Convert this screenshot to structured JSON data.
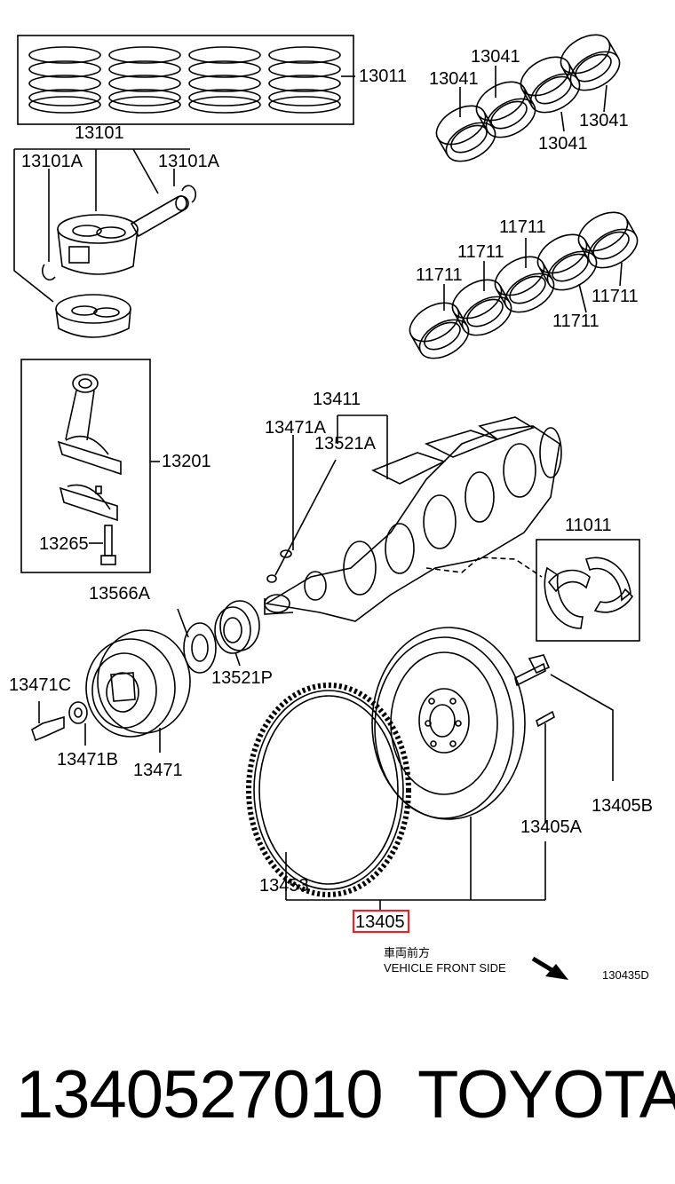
{
  "diagram": {
    "labels": {
      "piston_ring_set": "13011",
      "crank_pin_bearing_a": "13041",
      "crank_pin_bearing_b": "13041",
      "crank_pin_bearing_c": "13041",
      "crank_pin_bearing_d": "13041",
      "piston": "13101",
      "piston_pin_clip_left": "13101A",
      "piston_pin_clip_right": "13101A",
      "main_bearing_a": "11711",
      "main_bearing_b": "11711",
      "main_bearing_c": "11711",
      "main_bearing_d": "11711",
      "main_bearing_e": "11711",
      "crankshaft": "13411",
      "crankshaft_key": "13471A",
      "crankshaft_pin": "13521A",
      "connecting_rod": "13201",
      "rod_bolt": "13265",
      "thrust_washer": "11011",
      "crank_angle_sensor_plate": "13566A",
      "timing_pulley": "13521P",
      "pulley_bolt": "13471C",
      "pulley_washer": "13471B",
      "crankshaft_pulley": "13471",
      "flywheel_bolt": "13405B",
      "flywheel_pin": "13405A",
      "ring_gear": "13453",
      "flywheel_assembly": "13405"
    },
    "front_side_jp": "車両前方",
    "front_side_en": "VEHICLE FRONT SIDE",
    "figure_ref": "130435D",
    "highlight_color": "#e0262b"
  },
  "footer": {
    "part_number": "1340527010",
    "brand": "TOYOTA"
  }
}
